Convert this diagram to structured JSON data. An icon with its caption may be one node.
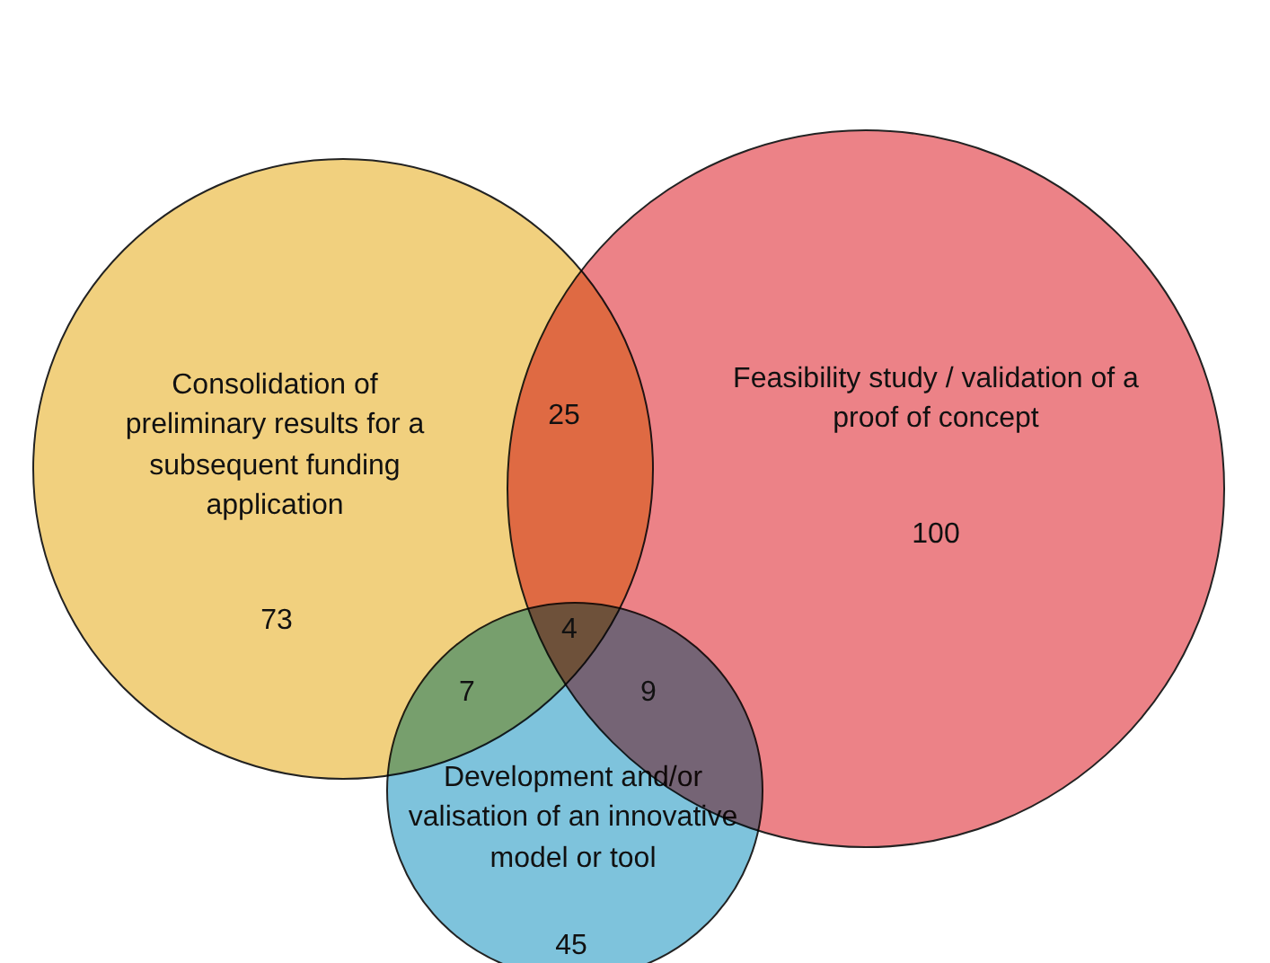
{
  "diagram": {
    "nodes": [
      {
        "text": [
          "Consolidation of preliminary results for a subsequent funding application",
          "73"
        ]
      },
      {
        "text": [
          "Feasibility study / validation of a proof of concept",
          "100"
        ]
      },
      {
        "text": [
          "Development and/or valisation of an innovative model or tool",
          "45"
        ]
      }
    ],
    "labels": [
      "25",
      "4",
      "7",
      "9"
    ]
  }
}
